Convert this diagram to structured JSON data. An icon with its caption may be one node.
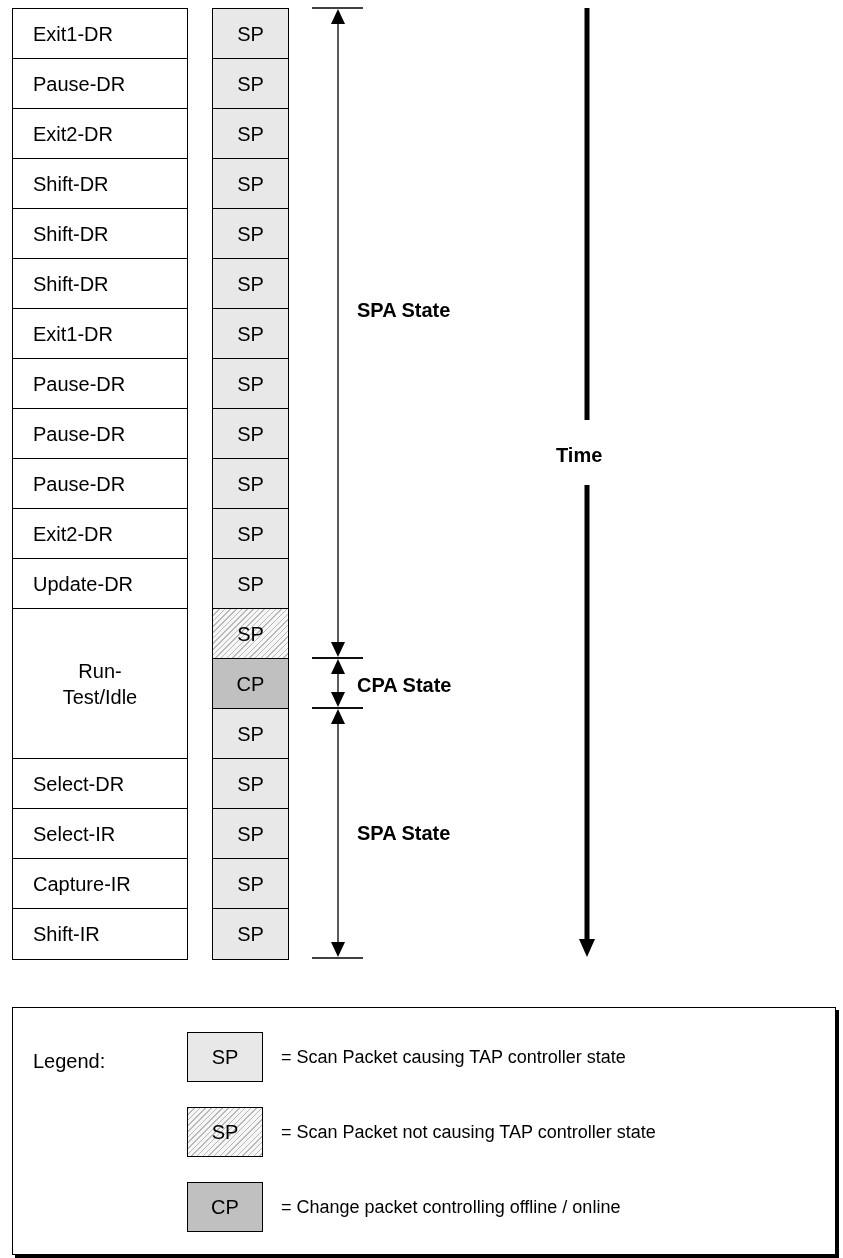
{
  "diagram": {
    "nodes": [
      {
        "text": [
          "Exit1-DR"
        ]
      },
      {
        "text": [
          "SP"
        ]
      },
      {
        "text": [
          "Pause-DR"
        ]
      },
      {
        "text": [
          "SP"
        ]
      },
      {
        "text": [
          "Exit2-DR"
        ]
      },
      {
        "text": [
          "SP"
        ]
      },
      {
        "text": [
          "Shift-DR"
        ]
      },
      {
        "text": [
          "SP"
        ]
      },
      {
        "text": [
          "Shift-DR"
        ]
      },
      {
        "text": [
          "SP"
        ]
      },
      {
        "text": [
          "Shift-DR"
        ]
      },
      {
        "text": [
          "SP"
        ]
      },
      {
        "text": [
          "Exit1-DR"
        ]
      },
      {
        "text": [
          "SP"
        ]
      },
      {
        "text": [
          "Pause-DR"
        ]
      },
      {
        "text": [
          "SP"
        ]
      },
      {
        "text": [
          "Pause-DR"
        ]
      },
      {
        "text": [
          "SP"
        ]
      },
      {
        "text": [
          "Pause-DR"
        ]
      },
      {
        "text": [
          "SP"
        ]
      },
      {
        "text": [
          "Exit2-DR"
        ]
      },
      {
        "text": [
          "SP"
        ]
      },
      {
        "text": [
          "Update-DR"
        ]
      },
      {
        "text": [
          "SP"
        ]
      },
      {
        "text": [
          "Run-Test/Idle"
        ]
      },
      {
        "text": [
          "SP"
        ]
      },
      {
        "text": [
          "CP"
        ]
      },
      {
        "text": [
          "SP"
        ]
      },
      {
        "text": [
          "Select-DR"
        ]
      },
      {
        "text": [
          "SP"
        ]
      },
      {
        "text": [
          "Select-IR"
        ]
      },
      {
        "text": [
          "SP"
        ]
      },
      {
        "text": [
          "Capture-IR"
        ]
      },
      {
        "text": [
          "SP"
        ]
      },
      {
        "text": [
          "Shift-IR"
        ]
      },
      {
        "text": [
          "SP"
        ]
      }
    ],
    "labels": [
      "SPA State",
      "Time",
      "CPA State",
      "SPA State",
      "Legend:",
      "SP",
      "SP",
      "CP"
    ],
    "legend": [
      {
        "text": "= Scan Packet causing TAP controller state",
        "color": "#e8e8e8"
      },
      {
        "text": "= Scan Packet not causing TAP controller state"
      },
      {
        "text": "= Change packet controlling offline / online",
        "color": "#c0c0c0"
      }
    ]
  }
}
